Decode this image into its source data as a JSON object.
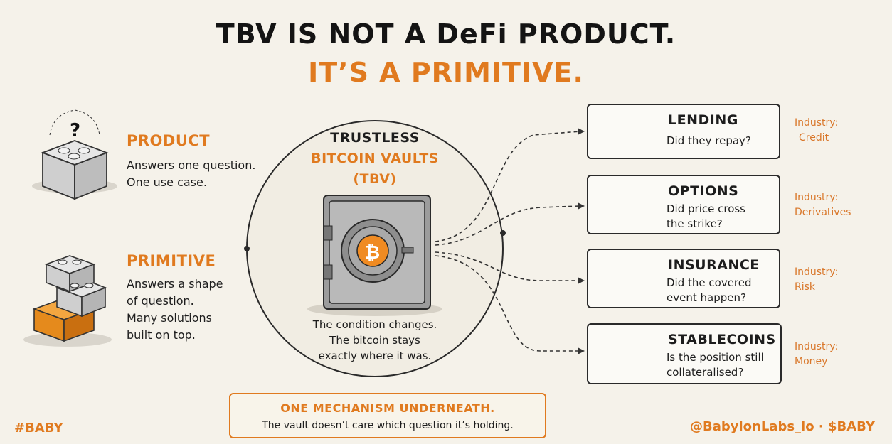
{
  "title": {
    "line1": "TBV IS NOT A DeFi PRODUCT.",
    "line2": "IT’S A PRIMITIVE."
  },
  "left": {
    "product": {
      "heading": "PRODUCT",
      "lines": [
        "Answers one question.",
        "One use case."
      ],
      "icon": "single-block-with-question-mark-icon"
    },
    "primitive": {
      "heading": "PRIMITIVE",
      "lines": [
        "Answers a shape",
        "of question.",
        "Many solutions",
        "built on top."
      ],
      "icon": "stacked-blocks-icon"
    }
  },
  "center": {
    "title_line1": "TRUSTLESS",
    "title_line2": "BITCOIN VAULTS",
    "title_line3": "(TBV)",
    "icon": "bitcoin-vault-safe-icon",
    "caption": [
      "The condition changes.",
      "The bitcoin stays",
      "exactly where it was."
    ]
  },
  "cards": [
    {
      "title": "LENDING",
      "question": [
        "Did they repay?"
      ],
      "industry_label": "Industry:",
      "industry": "Credit",
      "icon": "cash-stack-icon"
    },
    {
      "title": "OPTIONS",
      "question": [
        "Did price cross",
        "the strike?"
      ],
      "industry_label": "Industry:",
      "industry": "Derivatives",
      "icon": "price-chart-icon"
    },
    {
      "title": "INSURANCE",
      "question": [
        "Did the covered",
        "event happen?"
      ],
      "industry_label": "Industry:",
      "industry": "Risk",
      "icon": "shield-icon"
    },
    {
      "title": "STABLECOINS",
      "question": [
        "Is the position still",
        "collateralised?"
      ],
      "industry_label": "Industry:",
      "industry": "Money",
      "icon": "dollar-coin-icon"
    }
  ],
  "bottom": {
    "title": "ONE MECHANISM UNDERNEATH.",
    "subtitle": "The vault doesn’t care which question it’s holding."
  },
  "footer": {
    "hashtag": "#BABY",
    "handle": "@BabylonLabs_io · $BABY"
  },
  "colors": {
    "accent": "#e07a1f",
    "ink": "#1d1d1d",
    "background": "#f5f2ea"
  }
}
